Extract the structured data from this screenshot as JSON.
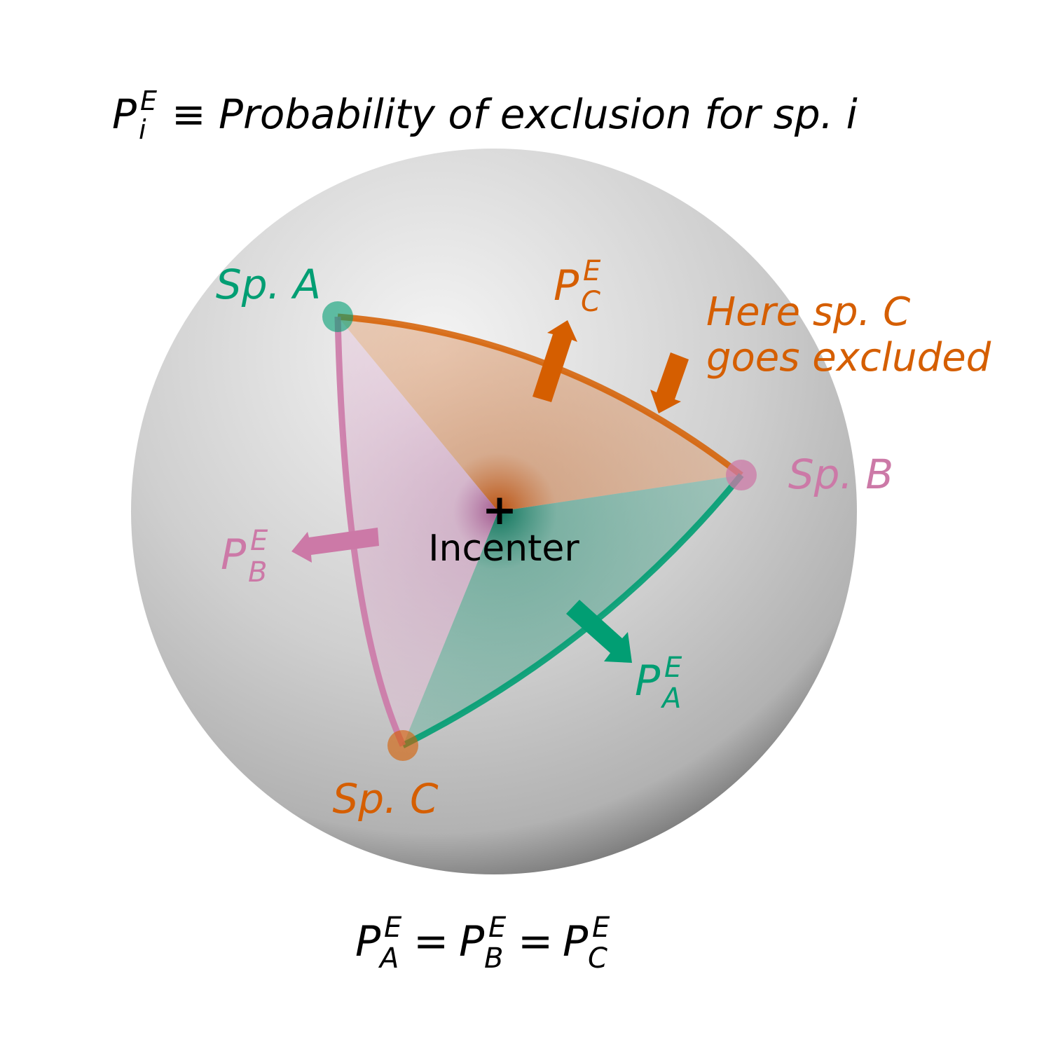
{
  "title": {
    "symbol": "P",
    "sup": "E",
    "sub": "i",
    "rest": "≡ Probability of exclusion for sp. i"
  },
  "species": [
    {
      "id": "A",
      "label": "Sp. A",
      "color": "#019e73"
    },
    {
      "id": "B",
      "label": "Sp. B",
      "color": "#cc79a7"
    },
    {
      "id": "C",
      "label": "Sp. C",
      "color": "#d55e00"
    }
  ],
  "incenter_label": "Incenter",
  "incenter_marker": "+",
  "prob_labels": {
    "A": {
      "symbol": "P",
      "sup": "E",
      "sub": "A"
    },
    "B": {
      "symbol": "P",
      "sup": "E",
      "sub": "B"
    },
    "C": {
      "symbol": "P",
      "sup": "E",
      "sub": "C"
    }
  },
  "annotation": {
    "line1": "Here sp. C",
    "line2": "goes excluded"
  },
  "equation": {
    "terms": [
      {
        "symbol": "P",
        "sup": "E",
        "sub": "A"
      },
      {
        "symbol": "P",
        "sup": "E",
        "sub": "B"
      },
      {
        "symbol": "P",
        "sup": "E",
        "sub": "C"
      }
    ],
    "operator": "="
  },
  "colors": {
    "green": "#019e73",
    "pink": "#cc79a7",
    "orange": "#d55e00",
    "sphere_light": "#f4f4f4",
    "sphere_dark": "#5a5a5a"
  }
}
